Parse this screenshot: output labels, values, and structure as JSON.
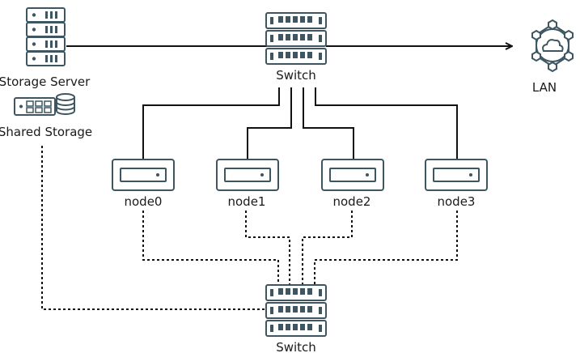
{
  "diagram": {
    "nodes": {
      "storage_server": {
        "label": "Storage Server",
        "icon": "server-rack-icon"
      },
      "shared_storage": {
        "label": "Shared Storage",
        "icon": "storage-array-icon"
      },
      "switch_top": {
        "label": "Switch",
        "icon": "network-switch-icon"
      },
      "switch_bottom": {
        "label": "Switch",
        "icon": "network-switch-icon"
      },
      "lan": {
        "label": "LAN",
        "icon": "lan-cloud-icon"
      },
      "node0": {
        "label": "node0",
        "icon": "compute-node-icon"
      },
      "node1": {
        "label": "node1",
        "icon": "compute-node-icon"
      },
      "node2": {
        "label": "node2",
        "icon": "compute-node-icon"
      },
      "node3": {
        "label": "node3",
        "icon": "compute-node-icon"
      }
    },
    "connections": [
      {
        "from": "storage_server",
        "to": "switch_top",
        "style": "solid"
      },
      {
        "from": "switch_top",
        "to": "lan",
        "style": "solid-arrow"
      },
      {
        "from": "switch_top",
        "to": "node0",
        "style": "solid"
      },
      {
        "from": "switch_top",
        "to": "node1",
        "style": "solid"
      },
      {
        "from": "switch_top",
        "to": "node2",
        "style": "solid"
      },
      {
        "from": "switch_top",
        "to": "node3",
        "style": "solid"
      },
      {
        "from": "node0",
        "to": "switch_bottom",
        "style": "dotted"
      },
      {
        "from": "node1",
        "to": "switch_bottom",
        "style": "dotted"
      },
      {
        "from": "node2",
        "to": "switch_bottom",
        "style": "dotted"
      },
      {
        "from": "node3",
        "to": "switch_bottom",
        "style": "dotted"
      },
      {
        "from": "shared_storage",
        "to": "switch_bottom",
        "style": "dotted"
      }
    ],
    "colors": {
      "icon": "#3d5661",
      "line": "#111111",
      "text": "#1a1a1a"
    }
  }
}
